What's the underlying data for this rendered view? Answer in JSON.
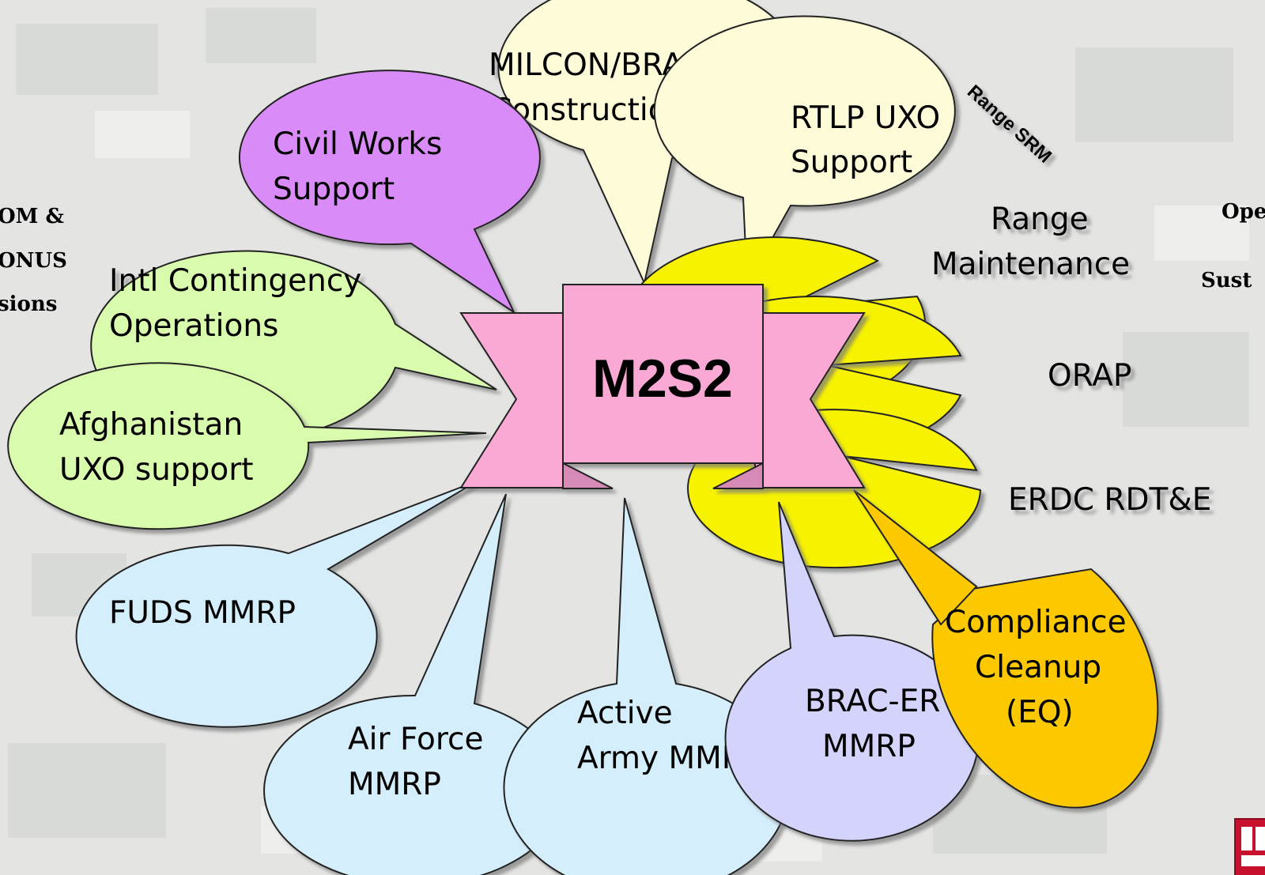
{
  "center": {
    "label": "M2S2"
  },
  "arc_label": "Range SRM",
  "side_left": [
    "OM &",
    "ONUS",
    "sions"
  ],
  "side_right": [
    "Ope",
    "Sust"
  ],
  "bubbles": [
    {
      "id": "civil-works-support",
      "lines": [
        "Civil Works",
        "Support"
      ],
      "fill": "#d98cf7"
    },
    {
      "id": "milcon-brac-construction",
      "lines": [
        "MILCON/BRAC",
        "Construction"
      ],
      "fill": "#fefbd9"
    },
    {
      "id": "rtlp-uxo-support",
      "lines": [
        "RTLP UXO",
        "Support"
      ],
      "fill": "#fefbd9"
    },
    {
      "id": "range-maintenance",
      "lines": [
        "Range",
        "Maintenance"
      ],
      "fill": "#f7f200"
    },
    {
      "id": "intl-contingency-operations",
      "lines": [
        "Intl Contingency",
        "Operations"
      ],
      "fill": "#d9fbae"
    },
    {
      "id": "orap",
      "lines": [
        "ORAP"
      ],
      "fill": "#f7f200"
    },
    {
      "id": "afghanistan-uxo-support",
      "lines": [
        "Afghanistan",
        "UXO support"
      ],
      "fill": "#d9fbae"
    },
    {
      "id": "erdc-rdte",
      "lines": [
        "ERDC RDT&E"
      ],
      "fill": "#f7f200"
    },
    {
      "id": "fuds-mmrp",
      "lines": [
        "FUDS MMRP"
      ],
      "fill": "#d4eefb"
    },
    {
      "id": "compliance-cleanup-eq",
      "lines": [
        "Compliance",
        "Cleanup",
        "(EQ)"
      ],
      "fill": "#fcc804"
    },
    {
      "id": "air-force-mmrp",
      "lines": [
        "Air Force",
        "MMRP"
      ],
      "fill": "#d4eefb"
    },
    {
      "id": "active-army-mmrp",
      "lines": [
        "Active",
        "Army MMRP"
      ],
      "fill": "#d4eefb"
    },
    {
      "id": "brac-er-mmrp",
      "lines": [
        "BRAC-ER",
        "MMRP"
      ],
      "fill": "#d3d3fb"
    }
  ]
}
